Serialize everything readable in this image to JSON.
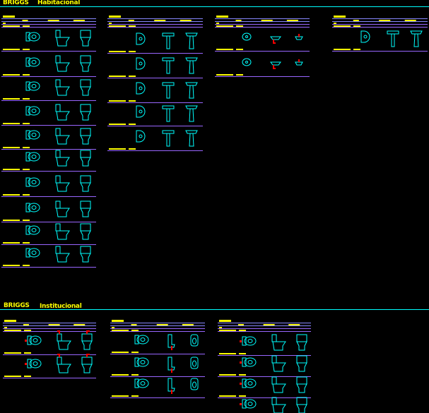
{
  "colors": {
    "background": "#000000",
    "text": "#ffff00",
    "fixture": "#00ffff",
    "divider": "#9966ff",
    "accent": "#ff0000",
    "rule": "#00ffff"
  },
  "sections": [
    {
      "brand": "BRIGGS",
      "category": "Habitacional"
    },
    {
      "brand": "BRIGGS",
      "category": "Institucional"
    }
  ],
  "panels": [
    {
      "section": 0,
      "fixture": "toilet",
      "rows": 10
    },
    {
      "section": 0,
      "fixture": "lavatory",
      "rows": 5
    },
    {
      "section": 0,
      "fixture": "bidet",
      "rows": 2
    },
    {
      "section": 0,
      "fixture": "lavatory-wall",
      "rows": 1
    },
    {
      "section": 1,
      "fixture": "toilet-flush",
      "rows": 2
    },
    {
      "section": 1,
      "fixture": "urinal",
      "rows": 3
    },
    {
      "section": 1,
      "fixture": "toilet-tank",
      "rows": 4
    }
  ]
}
